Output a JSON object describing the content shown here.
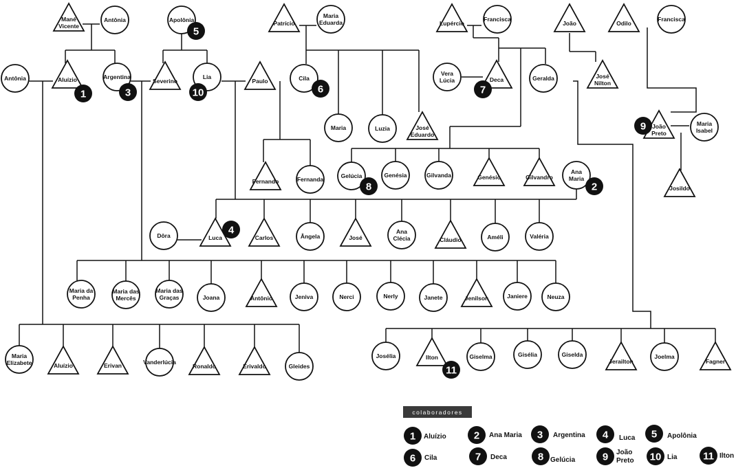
{
  "people": {
    "mane_vicente": "Mané Vicente",
    "antonia_top": "Antônia",
    "apolonia": "Apolônia",
    "patricio": "Patrício",
    "maria_eduarda": "Maria Eduarda",
    "lupercio": "Lupércio",
    "francisca_1": "Francisca",
    "joao": "João",
    "odilo": "Odilo",
    "francisca_2": "Francisca",
    "antonia_left": "Antônia",
    "aluizio": "Aluízio",
    "argentina": "Argentina",
    "severino": "Severino",
    "lia": "Lia",
    "paulo": "Paulo",
    "cila": "Cila",
    "vera_lucia": "Vera Lúcia",
    "deca": "Deca",
    "geralda": "Geralda",
    "jose_nilton": "José Nilton",
    "maria": "Maria",
    "luzia": "Luzia",
    "jose_eduardo": "José Eduardo",
    "joao_preto": "João Preto",
    "maria_isabel": "Maria Isabel",
    "josildo": "Josildo",
    "fernando": "Fernando",
    "fernanda": "Fernanda",
    "gelucia": "Gelúcia",
    "genesia": "Genésia",
    "gilvanda": "Gilvanda",
    "genesio": "Genésio",
    "gilvandro": "Gilvandro",
    "ana_maria": "Ana Maria",
    "dora": "Dôra",
    "luca": "Luca",
    "carlos": "Carlos",
    "angela": "Ângela",
    "jose": "José",
    "ana_clecia": "Ana Clécia",
    "claudio": "Cláudio",
    "ameli": "Améli",
    "valeria": "Valéria",
    "maria_da_penha": "Maria da Penha",
    "maria_das_merces": "Maria das Mercês",
    "maria_das_gracas": "Maria das Graças",
    "joana": "Joana",
    "antonio": "Antônio",
    "jeniva": "Jeniva",
    "nerci": "Nerci",
    "nerly": "Nerly",
    "janete": "Janete",
    "jenilson": "Jenilson",
    "janiere": "Janiere",
    "neuza": "Neuza",
    "maria_elizabete": "Maria Elizabete",
    "aluizio_jr": "Aluízio",
    "erivan": "Erivan",
    "vanderlucia": "Vanderlúcia",
    "ronaldo": "Ronaldo",
    "erivaldo": "Erivaldo",
    "gleides": "Gleides",
    "joselia": "Josélia",
    "ilton": "Ilton",
    "giselma": "Giselma",
    "giselia": "Gisélia",
    "giselda": "Giselda",
    "jerailton": "Jerailton",
    "joelma": "Joelma",
    "fagner": "Fagner"
  },
  "badges": {
    "aluizio": "1",
    "ana_maria": "2",
    "argentina": "3",
    "luca": "4",
    "apolonia": "5",
    "cila": "6",
    "deca": "7",
    "gelucia": "8",
    "joao_preto": "9",
    "lia": "10",
    "ilton": "11"
  },
  "legend": {
    "header": "colaboradores",
    "items": [
      {
        "num": "1",
        "name": "Aluízio"
      },
      {
        "num": "2",
        "name": "Ana Maria"
      },
      {
        "num": "3",
        "name": "Argentina"
      },
      {
        "num": "4",
        "name": "Luca"
      },
      {
        "num": "5",
        "name": "Apolônia"
      },
      {
        "num": "6",
        "name": "Cila"
      },
      {
        "num": "7",
        "name": "Deca"
      },
      {
        "num": "8",
        "name": "Gelúcia"
      },
      {
        "num": "9",
        "name": "João Preto"
      },
      {
        "num": "10",
        "name": "Lia"
      },
      {
        "num": "11",
        "name": "Ilton"
      }
    ]
  }
}
